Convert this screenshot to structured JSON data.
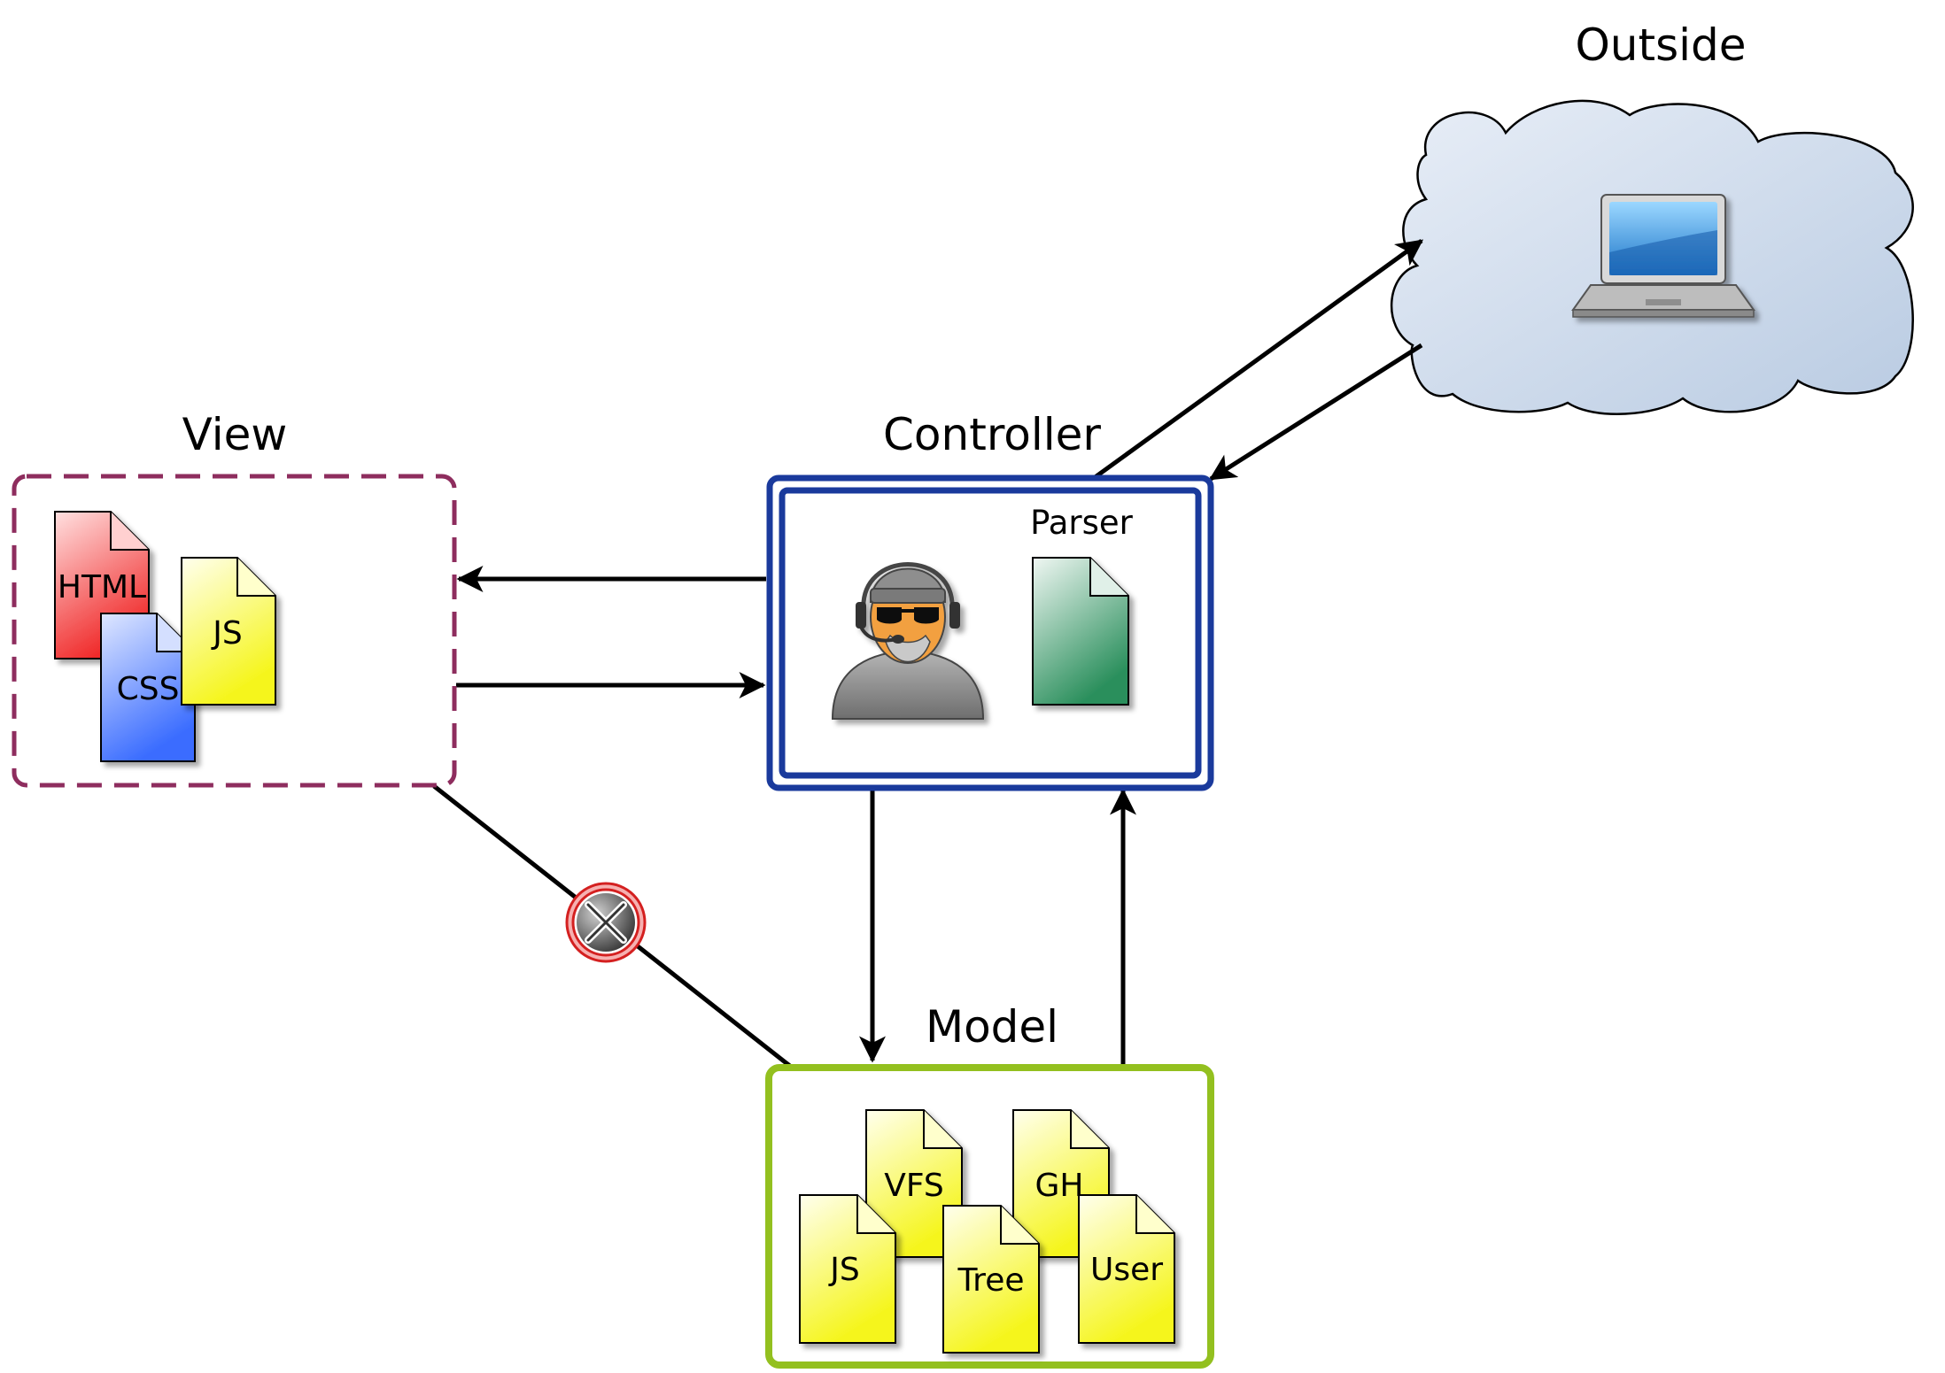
{
  "outside": {
    "title": "Outside",
    "icon": "laptop-icon"
  },
  "controller": {
    "title": "Controller",
    "parser_label": "Parser",
    "icon": "operator-headset-icon",
    "border_color": "#1a3a9c"
  },
  "view": {
    "title": "View",
    "border_color": "#8e2d5e",
    "files": [
      {
        "label": "HTML",
        "color": "#f04a4a"
      },
      {
        "label": "CSS",
        "color": "#4a7cff"
      },
      {
        "label": "JS",
        "color": "#f5f542"
      }
    ]
  },
  "model": {
    "title": "Model",
    "border_color": "#93c01f",
    "files": [
      {
        "label": "VFS",
        "color": "#f5f542"
      },
      {
        "label": "GH",
        "color": "#f5f542"
      },
      {
        "label": "JS",
        "color": "#f5f542"
      },
      {
        "label": "Tree",
        "color": "#f5f542"
      },
      {
        "label": "User",
        "color": "#f5f542"
      }
    ]
  },
  "blocked_link": {
    "icon": "blocked-x-icon"
  }
}
